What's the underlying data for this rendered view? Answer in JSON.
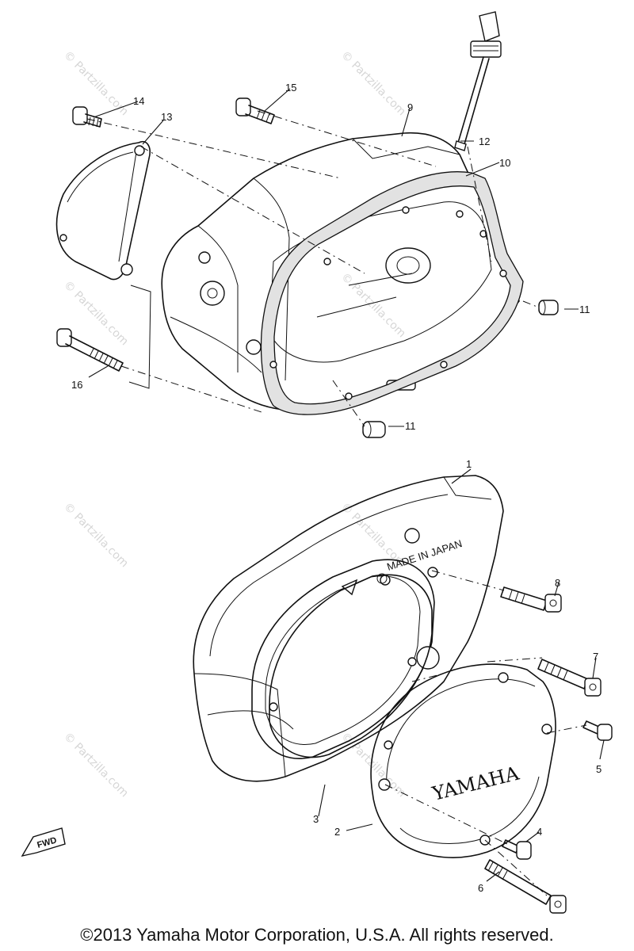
{
  "watermark": "© Partzilla.com",
  "case_text": {
    "brand": "YAMAHA",
    "stamp": "MADE IN JAPAN"
  },
  "fwd_label": "FWD",
  "callouts": [
    "1",
    "2",
    "3",
    "4",
    "5",
    "6",
    "7",
    "8",
    "9",
    "10",
    "11",
    "11",
    "12",
    "13",
    "14",
    "15",
    "16"
  ],
  "copyright": "©2013 Yamaha Motor Corporation, U.S.A. All rights reserved."
}
